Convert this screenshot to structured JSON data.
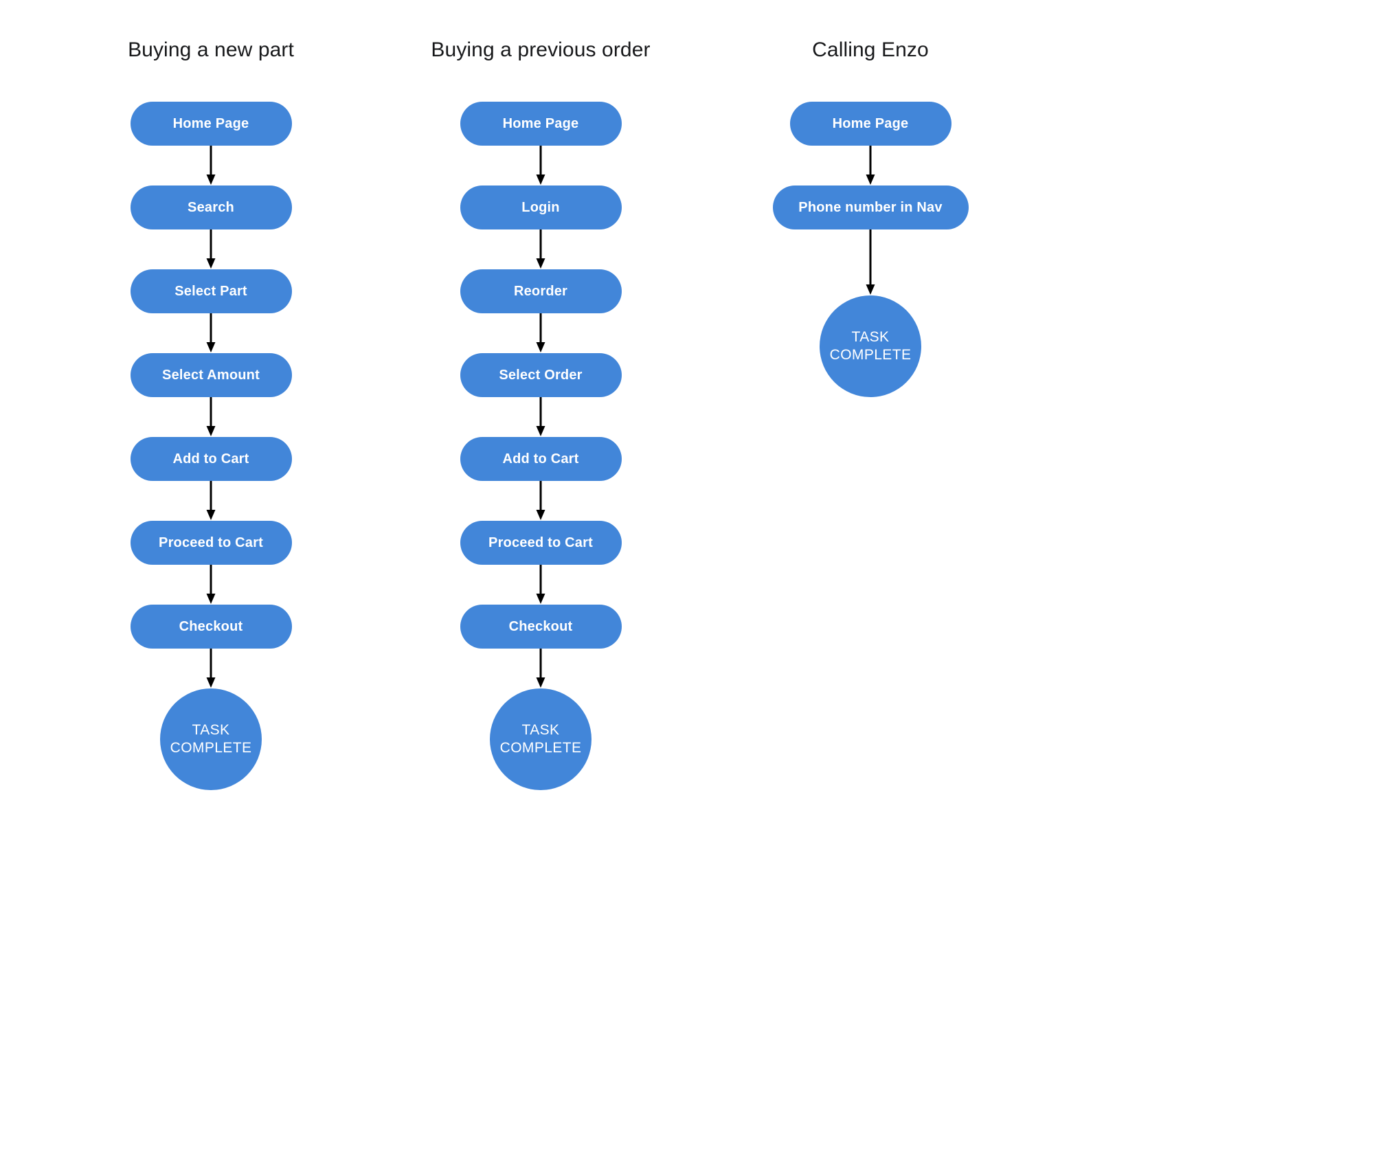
{
  "page": {
    "background": "#ffffff",
    "node_color": "#4286d9",
    "node_text_color": "#ffffff",
    "heading_color": "#17181a",
    "arrow_color": "#000000"
  },
  "columns": [
    {
      "id": "buying-a-new-part",
      "heading": "Buying a new part",
      "steps": [
        {
          "label": "Home Page",
          "shape": "pill"
        },
        {
          "label": "Search",
          "shape": "pill"
        },
        {
          "label": "Select Part",
          "shape": "pill"
        },
        {
          "label": "Select Amount",
          "shape": "pill"
        },
        {
          "label": "Add to Cart",
          "shape": "pill"
        },
        {
          "label": "Proceed to Cart",
          "shape": "pill"
        },
        {
          "label": "Checkout",
          "shape": "pill"
        },
        {
          "label": "TASK COMPLETE",
          "line1": "TASK",
          "line2": "COMPLETE",
          "shape": "circle"
        }
      ]
    },
    {
      "id": "buying-a-previous-order",
      "heading": "Buying a previous order",
      "steps": [
        {
          "label": "Home Page",
          "shape": "pill"
        },
        {
          "label": "Login",
          "shape": "pill"
        },
        {
          "label": "Reorder",
          "shape": "pill"
        },
        {
          "label": "Select Order",
          "shape": "pill"
        },
        {
          "label": "Add to Cart",
          "shape": "pill"
        },
        {
          "label": "Proceed to Cart",
          "shape": "pill"
        },
        {
          "label": "Checkout",
          "shape": "pill"
        },
        {
          "label": "TASK COMPLETE",
          "line1": "TASK",
          "line2": "COMPLETE",
          "shape": "circle"
        }
      ]
    },
    {
      "id": "calling-enzo",
      "heading": "Calling Enzo",
      "steps": [
        {
          "label": "Home Page",
          "shape": "pill"
        },
        {
          "label": "Phone number in Nav",
          "shape": "pill-wide"
        },
        {
          "label": "TASK COMPLETE",
          "line1": "TASK",
          "line2": "COMPLETE",
          "shape": "circle"
        }
      ]
    }
  ]
}
